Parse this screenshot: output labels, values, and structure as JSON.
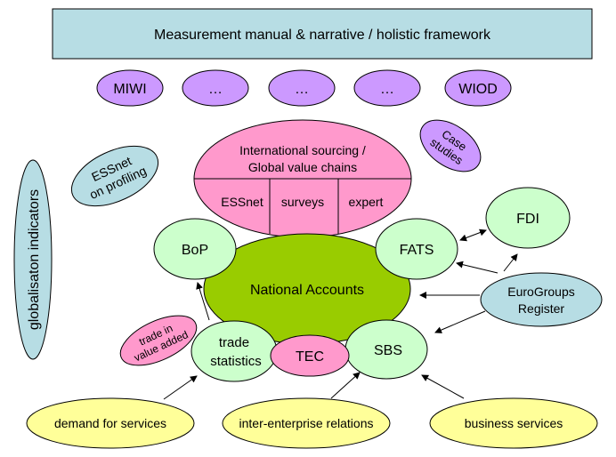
{
  "header": {
    "title": "Measurement manual & narrative / holistic framework"
  },
  "top_row": [
    "MIWI",
    "…",
    "…",
    "…",
    "WIOD"
  ],
  "side_label": "globalisaton indicators",
  "essnet_profiling": [
    "ESSnet",
    "on profiling"
  ],
  "case_studies": [
    "Case",
    "studies"
  ],
  "sourcing": {
    "title_line1": "International sourcing /",
    "title_line2": "Global value chains",
    "cells": [
      "ESSnet",
      "surveys",
      "expert"
    ]
  },
  "center": "National Accounts",
  "nodes": {
    "bop": "BoP",
    "fats": "FATS",
    "fdi": "FDI",
    "eurogroups": [
      "EuroGroups",
      "Register"
    ],
    "trade": [
      "trade",
      "statistics"
    ],
    "tec": "TEC",
    "sbs": "SBS",
    "trade_va": [
      "trade in",
      "value added"
    ]
  },
  "bottom": [
    "demand for services",
    "inter-enterprise relations",
    "business services"
  ],
  "colors": {
    "teal": "#b7dde4",
    "lavender": "#cc99ff",
    "pink": "#ff99cc",
    "green_light": "#ccffcc",
    "green_center": "#99cc00",
    "yellow": "#ffff99"
  }
}
